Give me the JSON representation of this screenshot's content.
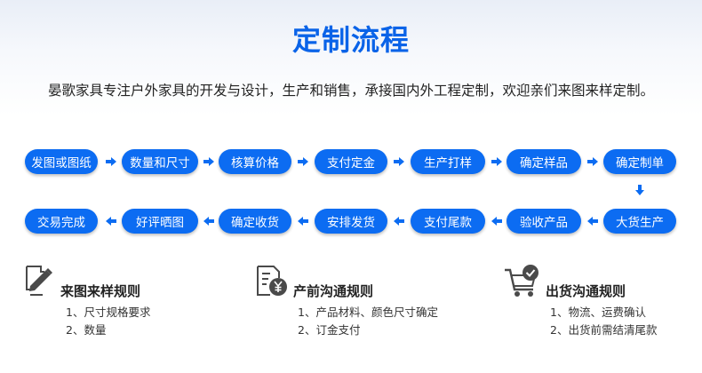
{
  "header": {
    "title": "定制流程",
    "subtitle": "晏歌家具专注户外家具的开发与设计，生产和销售，承接国内外工程定制，欢迎亲们来图来样定制。"
  },
  "flow": {
    "row1": [
      "发图或图纸",
      "数量和尺寸",
      "核算价格",
      "支付定金",
      "生产打样",
      "确定样品",
      "确定制单"
    ],
    "row2": [
      "交易完成",
      "好评晒图",
      "确定收货",
      "安排发货",
      "支付尾款",
      "验收产品",
      "大货生产"
    ]
  },
  "rules": [
    {
      "icon": "drawing-pencil-icon",
      "title": "来图来样规则",
      "items": [
        "1、尺寸规格要求",
        "2、数量"
      ]
    },
    {
      "icon": "yen-document-icon",
      "title": "产前沟通规则",
      "items": [
        "1、产品材料、颜色尺寸确定",
        "2、订金支付"
      ]
    },
    {
      "icon": "cart-check-icon",
      "title": "出货沟通规则",
      "items": [
        "1、物流、运费确认",
        "2、出货前需结清尾款"
      ]
    }
  ],
  "colors": {
    "accent": "#0c6cf2",
    "title": "#0a63e8",
    "icon": "#4a4a4a"
  }
}
